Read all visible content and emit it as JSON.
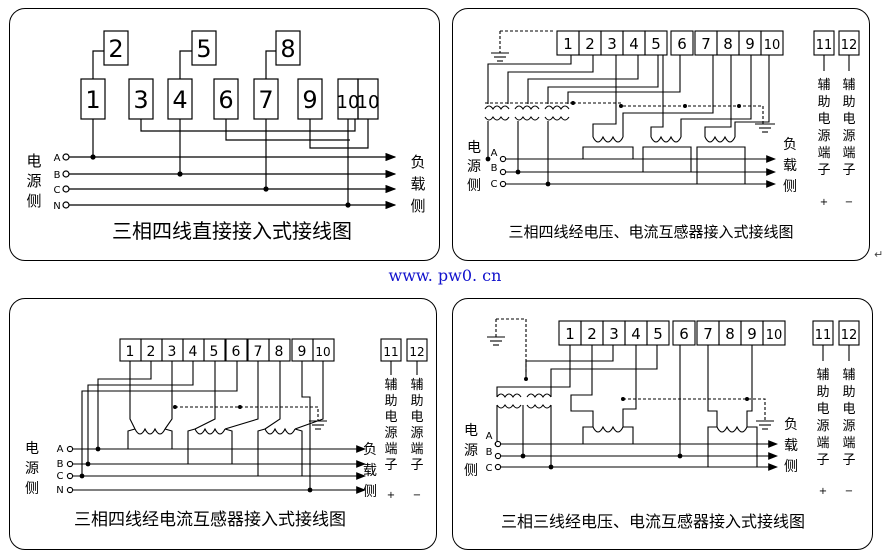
{
  "site_url": "www. pw0. cn",
  "return_mark": "↵",
  "side_labels": {
    "source": [
      "电",
      "源",
      "侧"
    ],
    "load": [
      "负",
      "载",
      "侧"
    ],
    "aux_a": [
      "辅",
      "助",
      "电",
      "源",
      "端",
      "子"
    ],
    "aux_b": [
      "辅",
      "助",
      "电",
      "源",
      "端",
      "子"
    ],
    "plus": "+",
    "minus": "−"
  },
  "phases_4": [
    "A",
    "B",
    "C",
    "N"
  ],
  "phases_3": [
    "A",
    "B",
    "C"
  ],
  "panels": [
    {
      "title": "三相四线直接接入式接线图",
      "terminals": [
        "1",
        "3",
        "4",
        "6",
        "7",
        "9",
        "10",
        "10"
      ],
      "upper_terminals": [
        "2",
        "5",
        "8"
      ]
    },
    {
      "title": "三相四线经电压、电流互感器接入式接线图",
      "terminals": [
        "1",
        "2",
        "3",
        "4",
        "5",
        "6",
        "7",
        "8",
        "9",
        "10"
      ],
      "aux_terminals": [
        "11",
        "12"
      ]
    },
    {
      "title": "三相四线经电流互感器接入式接线图",
      "terminals": [
        "1",
        "2",
        "3",
        "4",
        "5",
        "6",
        "7",
        "8",
        "9",
        "10"
      ],
      "aux_terminals": [
        "11",
        "12"
      ]
    },
    {
      "title": "三相三线经电压、电流互感器接入式接线图",
      "terminals": [
        "1",
        "2",
        "3",
        "4",
        "5",
        "6",
        "7",
        "8",
        "9",
        "10"
      ],
      "aux_terminals": [
        "11",
        "12"
      ]
    }
  ]
}
